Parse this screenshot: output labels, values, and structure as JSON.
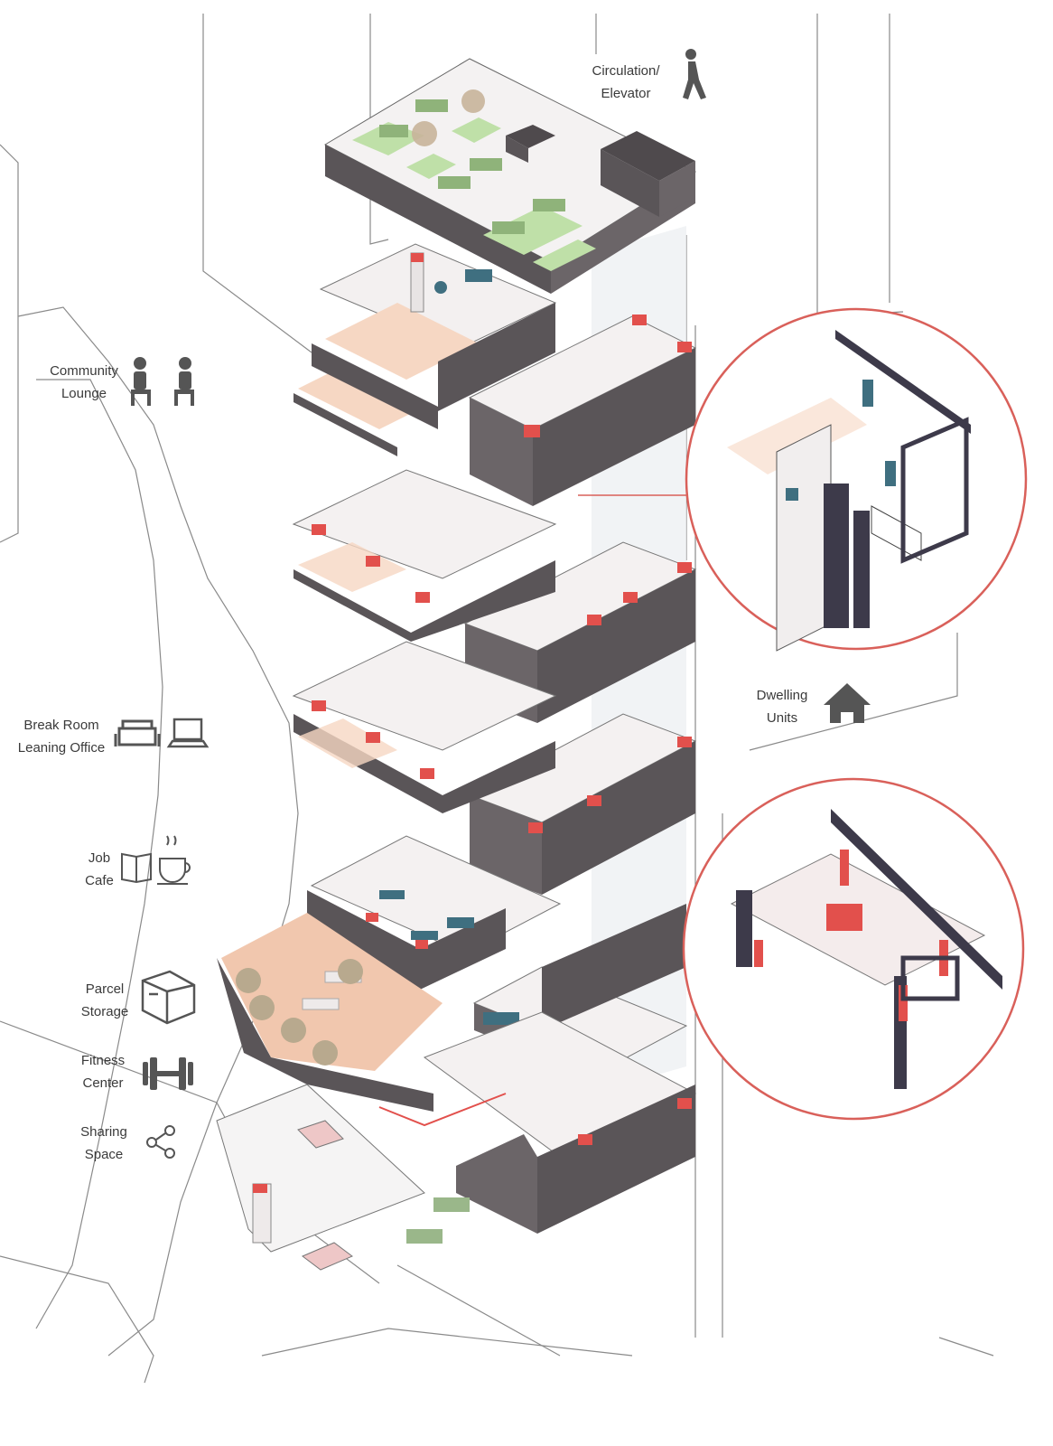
{
  "labels": {
    "circulation": [
      "Circulation/",
      "Elevator"
    ],
    "community": [
      "Community",
      "Lounge"
    ],
    "dwelling": [
      "Dwelling",
      "Units"
    ],
    "breakroom": [
      "Break Room",
      "Leaning Office"
    ],
    "jobcafe": [
      "Job",
      "Cafe"
    ],
    "parcel": [
      "Parcel",
      "Storage"
    ],
    "fitness": [
      "Fitness",
      "Center"
    ],
    "sharing": [
      "Sharing",
      "Space"
    ]
  },
  "icons": {
    "circulation": "walking-person-icon",
    "community": "seated-people-icon",
    "dwelling": "house-icon",
    "breakroom": [
      "sofa-icon",
      "laptop-icon"
    ],
    "jobcafe": [
      "book-icon",
      "coffee-cup-icon"
    ],
    "parcel": "parcel-box-icon",
    "fitness": "dumbbell-icon",
    "sharing": "share-icon"
  },
  "colors": {
    "wall_dark": "#5a5558",
    "wall_side": "#6b6568",
    "floor_light": "#f2eeee",
    "accent_red": "#e2504c",
    "accent_teal": "#3f6f80",
    "peach": "#f6d7c3",
    "green": "#bfe0a8",
    "line": "#777777",
    "text": "#3a3a3a"
  }
}
